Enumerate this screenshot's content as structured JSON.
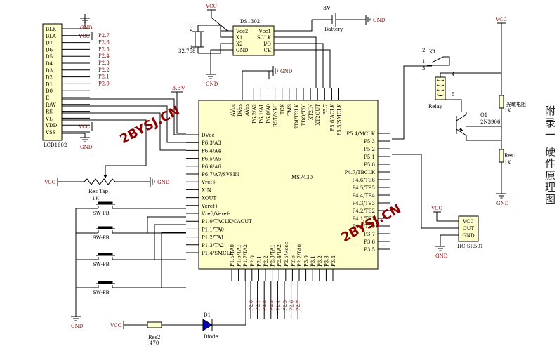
{
  "side_title": "附录一 硬件原理图",
  "watermark": "2BYSJ.CN",
  "nets": {
    "gnd": "GND",
    "vcc": "VCC",
    "v33": "3.3V",
    "battery_voltage": "3V"
  },
  "lcd": {
    "name": "LCD1602",
    "pins": [
      "BLK",
      "BLA",
      "D7",
      "D6",
      "D5",
      "D4",
      "D3",
      "D2",
      "D1",
      "D0",
      "E",
      "R/W",
      "RS",
      "VL",
      "VDD",
      "VSS"
    ],
    "nets": [
      "P2.7",
      "P2.6",
      "P2.5",
      "P2.4",
      "P2.3",
      "P2.2",
      "P2.1",
      "P2.0"
    ]
  },
  "ds1302": {
    "name": "DS1302",
    "left_pins": [
      "Vcc2",
      "X1",
      "X2",
      "GND"
    ],
    "right_pins": [
      "Vcc1",
      "SCLK",
      "I/O",
      "CE"
    ],
    "crystal_label": "32.768",
    "pin_numbers": [
      "1",
      "2"
    ]
  },
  "battery": {
    "label": "Battery",
    "voltage": "3V"
  },
  "mcu": {
    "name": "MSP430",
    "left_pins": [
      "DVcc",
      "P6.3/A3",
      "P6.4/A4",
      "P6.5/A5",
      "P6.6/A6",
      "P6.7/A7/SVSIN",
      "Vref+",
      "XIN",
      "XOUT",
      "Veref+",
      "Vref-/Veref-",
      "P1.0/TACLK/CAOUT",
      "P1.1/TA0",
      "P1.2/TA1",
      "P1.3/TA2",
      "P1.4/SMCLK"
    ],
    "top_pins": [
      "AVcc",
      "DVss",
      "AVss",
      "P6.2/A2",
      "P6.1/A1",
      "P6.0/A0",
      "RST/NMI",
      "TCK",
      "TMS",
      "TDI/TCLK",
      "TDO/TDI",
      "XT2IN",
      "XT2OUT",
      "P5.7",
      "P5.6/ACLK",
      "P5.5/SMCLK"
    ],
    "right_pins": [
      "P5.4/MCLK",
      "P5.3",
      "P5.2",
      "P5.1",
      "P5.0",
      "P4.7/TBCLK",
      "P4.6/TB6",
      "P4.5/TB5",
      "P4.4/TB4",
      "P4.3/TB3",
      "P4.2/TB2",
      "P4.1/TB1",
      "P4.0/TB0",
      "P3.7",
      "P3.6",
      "P3.5"
    ],
    "bottom_pins": [
      "P1.5/TA0",
      "P1.6/TA1",
      "P1.7/TA2",
      "P2.0",
      "P2.1",
      "P2.2",
      "P2.3/TA1",
      "P2.4/TA2",
      "P2.5/Rosc",
      "P2.6",
      "P2.7/TA0",
      "P3.0",
      "P3.1",
      "P3.2",
      "P3.3",
      "P3.4"
    ],
    "bottom_nets": [
      "P2.0",
      "P2.1",
      "P2.2",
      "P2.3",
      "P2.4",
      "P2.5",
      "P2.6",
      "P2.7"
    ]
  },
  "res_tap": {
    "name": "Res Tap",
    "value": "1K"
  },
  "switches": [
    "SW-PB",
    "SW-PB",
    "SW-PB",
    "SW-PB"
  ],
  "relay": {
    "name": "Relay",
    "ref": "K1",
    "pins": [
      "1",
      "2",
      "3",
      "4",
      "5"
    ]
  },
  "photoresistor": {
    "name": "光敏电阻",
    "value": "1K"
  },
  "transistor": {
    "ref": "Q1",
    "part": "2N3906"
  },
  "res1": {
    "name": "Res1",
    "value": "1K"
  },
  "hc_sr501": {
    "name": "HC-SR501",
    "pins": [
      "VCC",
      "OUT",
      "GND"
    ]
  },
  "res2": {
    "name": "Res2",
    "value": "470"
  },
  "diode": {
    "ref": "D1",
    "name": "Diode"
  }
}
